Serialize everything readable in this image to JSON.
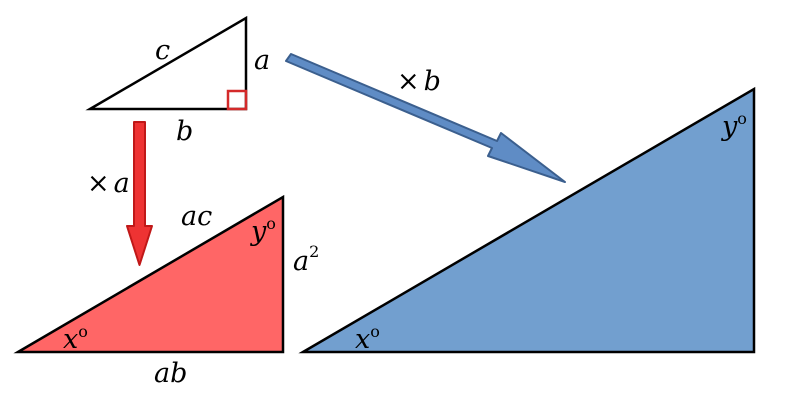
{
  "colors": {
    "stroke": "#000000",
    "right_angle": "#d42a2a",
    "red_fill": "#ff6666",
    "red_arrow_fill": "#ee3333",
    "red_arrow_stroke": "#c01818",
    "blue_fill": "#729fcf",
    "blue_arrow_fill": "#5f8cc5",
    "blue_arrow_stroke": "#3b5f8e"
  },
  "small_triangle": {
    "side_c": "c",
    "side_a": "a",
    "side_b": "b"
  },
  "red_arrow": {
    "times": "×",
    "factor": "a"
  },
  "blue_arrow": {
    "times": "×",
    "factor": "b"
  },
  "red_triangle": {
    "hyp": "ac",
    "leg_base": "a",
    "leg_exp": "2",
    "bottom": "ab",
    "angle_x": "x",
    "angle_y": "y",
    "degree": "o"
  },
  "blue_triangle": {
    "angle_x": "x",
    "angle_y": "y",
    "degree": "o"
  }
}
